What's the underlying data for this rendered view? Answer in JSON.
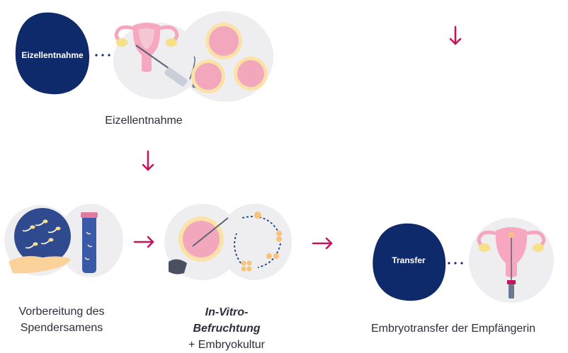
{
  "colors": {
    "navy": "#0f2a6b",
    "magenta": "#c2185b",
    "pink": "#f48fb1",
    "bubble_gray": "#eeeef1"
  },
  "steps": {
    "egg_retrieval": {
      "badge": "Eizellentnahme",
      "caption": "Eizellentnahme"
    },
    "sperm_prep": {
      "caption_line1": "Vorbereitung des",
      "caption_line2": "Spendersamens"
    },
    "ivf": {
      "caption_line1": "In-Vitro-",
      "caption_line2": "Befruchtung",
      "caption_line3": "+ Embryokultur"
    },
    "transfer": {
      "badge": "Transfer",
      "caption": "Embryotransfer der Empfängerin"
    }
  },
  "icons": {
    "arrow_down": "arrow-down-icon",
    "arrow_right": "arrow-right-icon",
    "uterus": "uterus-icon",
    "egg_cell": "egg-cell-icon",
    "syringe": "syringe-icon",
    "sperm": "sperm-icon",
    "test_tube": "test-tube-icon",
    "hand": "hand-icon",
    "petri_dish": "petri-dish-icon",
    "embryo_cycle": "embryo-cycle-icon"
  }
}
